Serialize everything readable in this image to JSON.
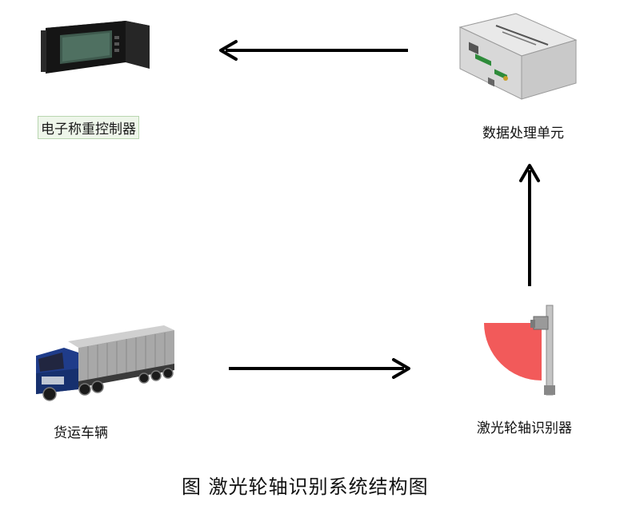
{
  "nodes": {
    "controller": {
      "label": "电子称重控制器"
    },
    "processor": {
      "label": "数据处理单元"
    },
    "truck": {
      "label": "货运车辆"
    },
    "laser": {
      "label": "激光轮轴识别器"
    }
  },
  "caption": "图  激光轮轴识别系统结构图",
  "icons": {
    "controller": "rack-controller-icon",
    "processor": "data-processing-unit-icon",
    "truck": "freight-truck-icon",
    "laser": "laser-scanner-icon"
  },
  "colors": {
    "laser_beam": "#f25a5a",
    "truck_cab": "#1f3c8a",
    "arrow": "#000000"
  }
}
